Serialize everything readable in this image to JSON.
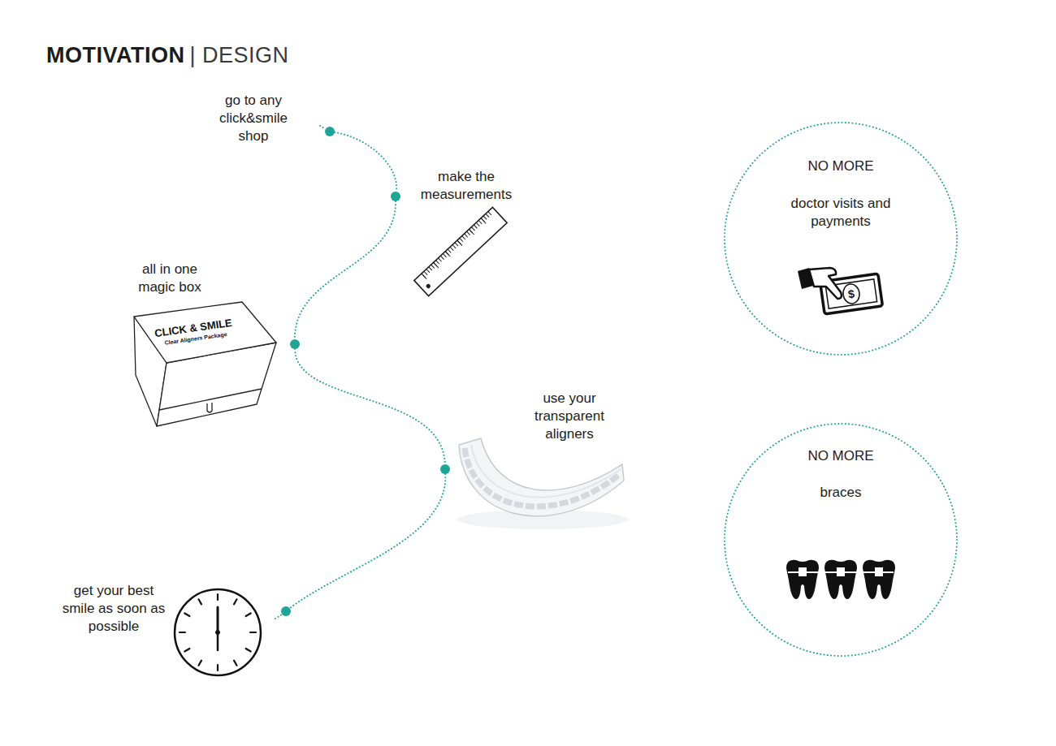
{
  "diagram": {
    "title": "MOTIVATION",
    "nodes": [
      {
        "text": [
          "go to any click&smile shop"
        ]
      },
      {
        "text": [
          "make the measurements"
        ]
      },
      {
        "text": [
          "all in one magic box"
        ]
      },
      {
        "text": [
          "use your transparent aligners"
        ]
      },
      {
        "text": [
          "get your best smile as soon as possible"
        ]
      },
      {
        "text": [
          "NO MORE",
          "doctor visits and payments"
        ]
      },
      {
        "text": [
          "NO MORE",
          "braces"
        ]
      }
    ],
    "edges": [
      {
        "from": 0,
        "to": 1,
        "arrow": "none"
      },
      {
        "from": 1,
        "to": 2,
        "arrow": "none"
      },
      {
        "from": 2,
        "to": 3,
        "arrow": "none"
      },
      {
        "from": 3,
        "to": 4,
        "arrow": "none"
      }
    ],
    "labels": [
      "| DESIGN",
      "CLICK & SMILE",
      "Clear Aligners Package",
      "$"
    ]
  }
}
